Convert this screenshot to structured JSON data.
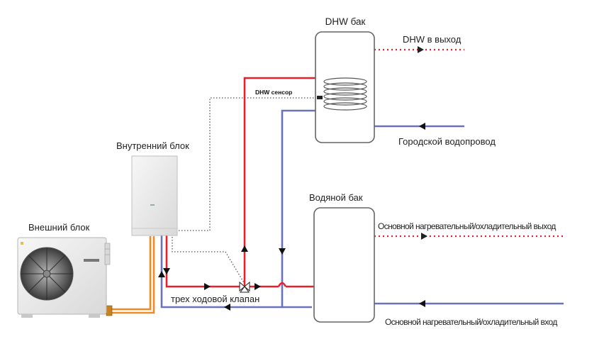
{
  "labels": {
    "dhw_tank": "DHW бак",
    "dhw_outlet": "DHW в выход",
    "dhw_sensor": "DHW сенсор",
    "city_water": "Городской водопровод",
    "indoor_unit": "Внутренний блок",
    "water_tank": "Водяной бак",
    "outdoor_unit": "Внешний блок",
    "heat_cool_outlet": "Основной нагревательный/охладительный выход",
    "heat_cool_inlet": "Основной нагревательный/охладительный вход",
    "three_way_valve": "трех ходовой клапан"
  },
  "colors": {
    "hot_pipe": "#e8202a",
    "cold_pipe": "#6a72c0",
    "refrigerant_pipe": "#f08a24",
    "signal_line": "#555555",
    "tank_border": "#666666"
  }
}
